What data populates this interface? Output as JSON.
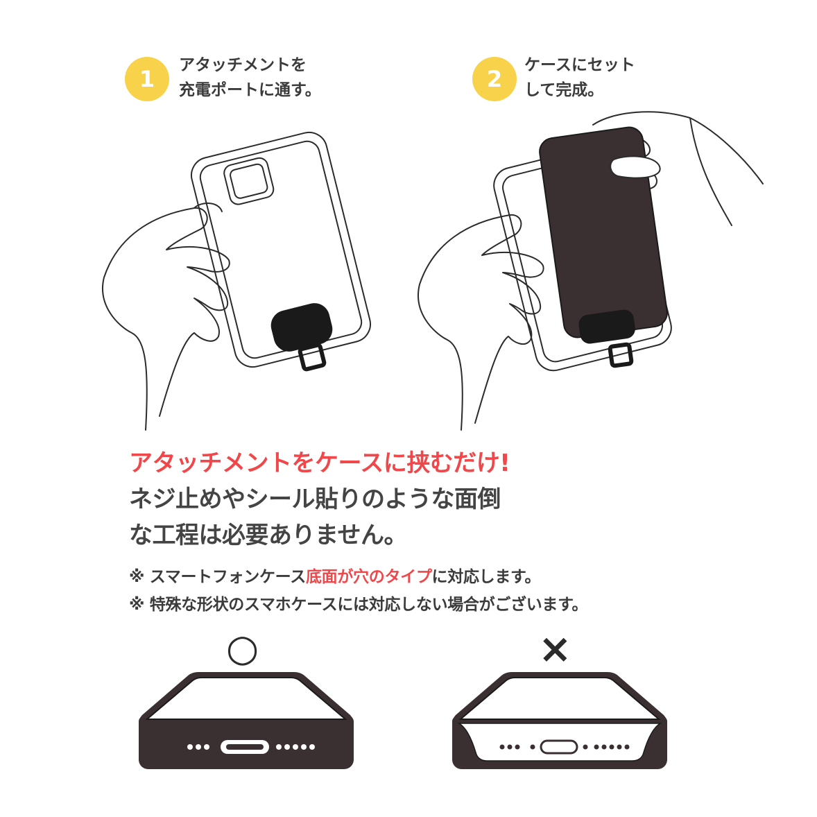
{
  "steps": [
    {
      "number": "1",
      "line1": "アタッチメントを",
      "line2": "充電ポートに通す。"
    },
    {
      "number": "2",
      "line1": "ケースにセット",
      "line2": "して完成。"
    }
  ],
  "headline": {
    "line1": "アタッチメントをケースに挟むだけ!",
    "line2": "ネジ止めやシール貼りのような面倒",
    "line3": "な工程は必要ありません。"
  },
  "notes": {
    "note1_prefix": "※ スマートフォンケース",
    "note1_highlight": "底面が穴のタイプ",
    "note1_suffix": "に対応します。",
    "note2": "※ 特殊な形状のスマホケースには対応しない場合がございます。"
  },
  "compat": {
    "ok_symbol": "○",
    "ng_symbol": "×"
  },
  "colors": {
    "accent_red": "#f0474a",
    "badge_yellow": "#f8d24a",
    "text_dark": "#3b3b3b",
    "phone_dark": "#3a2f31"
  }
}
